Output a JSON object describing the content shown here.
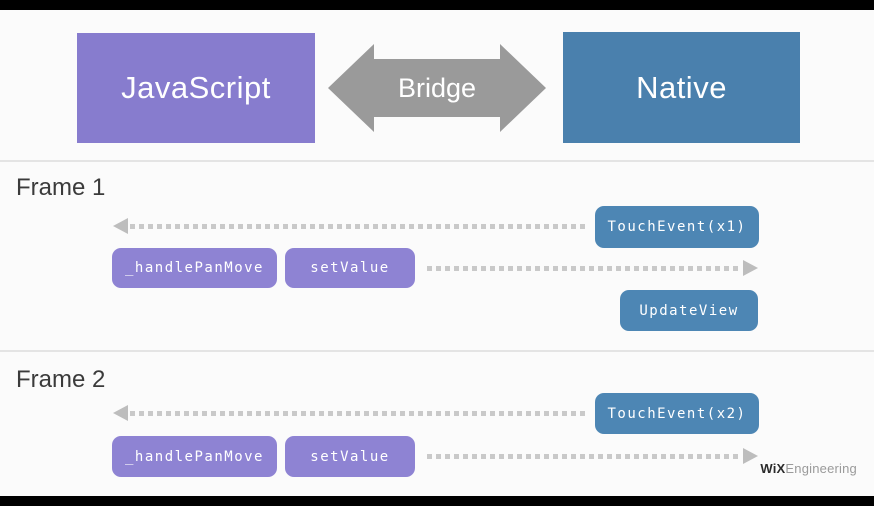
{
  "header": {
    "javascript": "JavaScript",
    "bridge": "Bridge",
    "native": "Native"
  },
  "colors": {
    "javascript_box": "#877cce",
    "native_box": "#4a80ad",
    "event_box_blue": "#4d86b4",
    "code_box_purple": "#8e83d3",
    "bridge_arrow_gray": "#9a9a9a",
    "dotted_line": "#c9c9c9",
    "arrowhead": "#bdbdbd",
    "divider": "#e4e4e4",
    "frame_label_text": "#3b3b3b",
    "background": "#fbfbfb",
    "letterbox": "#000000"
  },
  "frame1": {
    "label": "Frame 1",
    "touch_event": "TouchEvent(x1)",
    "handle_pan_move": "_handlePanMove",
    "set_value": "setValue",
    "update_view": "UpdateView"
  },
  "frame2": {
    "label": "Frame 2",
    "touch_event": "TouchEvent(x2)",
    "handle_pan_move": "_handlePanMove",
    "set_value": "setValue"
  },
  "footer": {
    "brand_bold": "WiX",
    "brand_light": "Engineering"
  }
}
